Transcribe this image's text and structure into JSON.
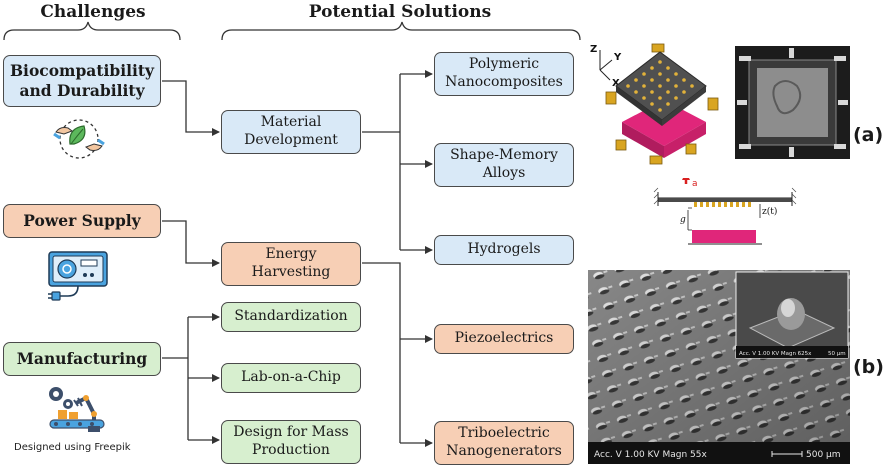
{
  "headings": {
    "challenges": "Challenges",
    "solutions": "Potential Solutions"
  },
  "challenges": [
    {
      "label": "Biocompatibility\nand Durability",
      "color": "blue"
    },
    {
      "label": "Power Supply",
      "color": "orange"
    },
    {
      "label": "Manufacturing",
      "color": "green"
    }
  ],
  "middle": [
    {
      "label": "Material\nDevelopment",
      "color": "blue"
    },
    {
      "label": "Energy\nHarvesting",
      "color": "orange"
    },
    {
      "label": "Standardization",
      "color": "green"
    },
    {
      "label": "Lab-on-a-Chip",
      "color": "green"
    },
    {
      "label": "Design for Mass\nProduction",
      "color": "green"
    }
  ],
  "right": [
    {
      "label": "Polymeric\nNanocomposites",
      "color": "blue"
    },
    {
      "label": "Shape-Memory\nAlloys",
      "color": "blue"
    },
    {
      "label": "Hydrogels",
      "color": "blue"
    },
    {
      "label": "Piezoelectrics",
      "color": "orange"
    },
    {
      "label": "Triboelectric\nNanogenerators",
      "color": "orange"
    }
  ],
  "credit": "Designed using Freepik",
  "figure_labels": {
    "a": "(a)",
    "b": "(b)"
  },
  "axes": {
    "z": "Z",
    "y": "Y",
    "x": "X"
  },
  "schematic": {
    "arrow_label": "a",
    "gap_label": "g",
    "disp_label": "z(t)"
  },
  "sem_main": {
    "info": "Acc. V 1.00 KV Magn 55x",
    "scale": "500 µm"
  },
  "sem_inset": {
    "info": "Acc. V 1.00 KV Magn 625x",
    "scale": "50 µm"
  },
  "colors": {
    "blue": "#d9e9f7",
    "orange": "#f7cfb5",
    "green": "#d7efcf",
    "chip_pink": "#e0267a",
    "chip_gold": "#d9a521"
  }
}
